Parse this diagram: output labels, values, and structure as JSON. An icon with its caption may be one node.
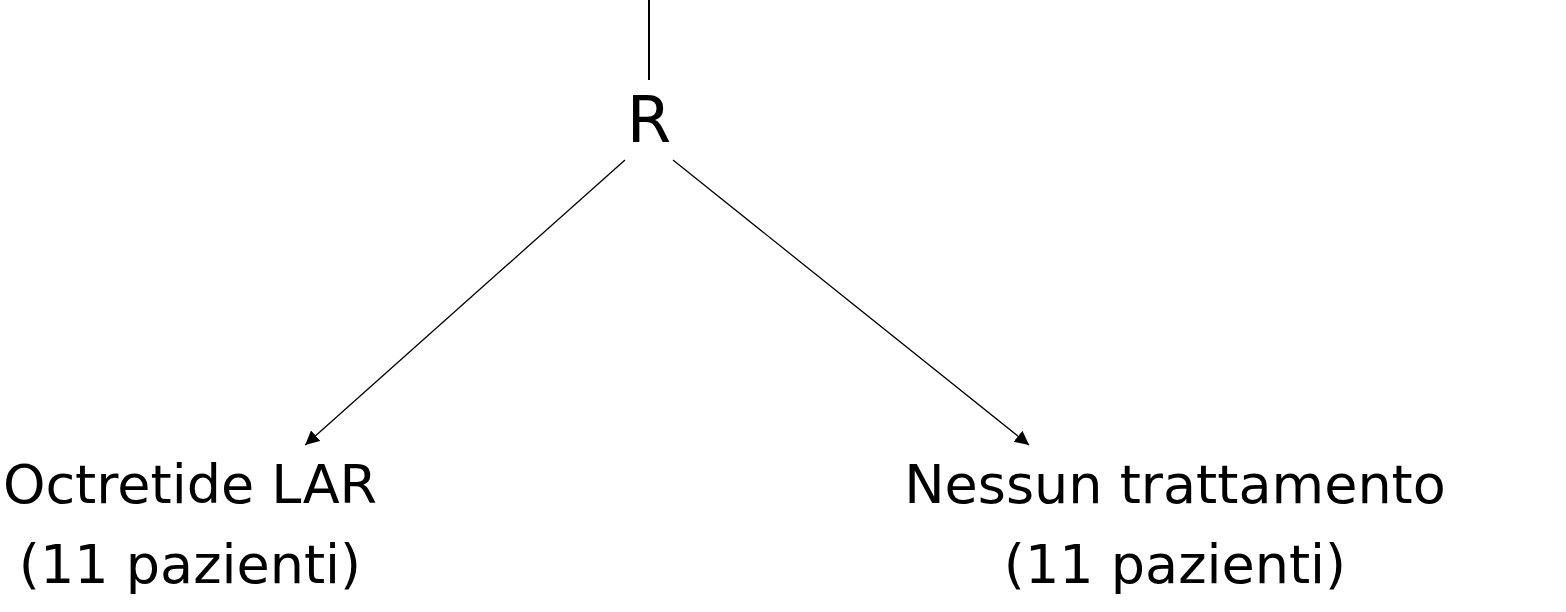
{
  "diagram": {
    "nodes": [
      {
        "text": [
          "R"
        ]
      },
      {
        "text": [
          "Octretide LAR",
          "(11 pazienti)"
        ]
      },
      {
        "text": [
          "Nessun trattamento",
          "(11 pazienti)"
        ]
      }
    ],
    "edges": [
      {
        "from": null,
        "to": 0,
        "arrow": "none"
      },
      {
        "from": 0,
        "to": 1,
        "arrow": "to"
      },
      {
        "from": 0,
        "to": 2,
        "arrow": "to"
      }
    ]
  }
}
